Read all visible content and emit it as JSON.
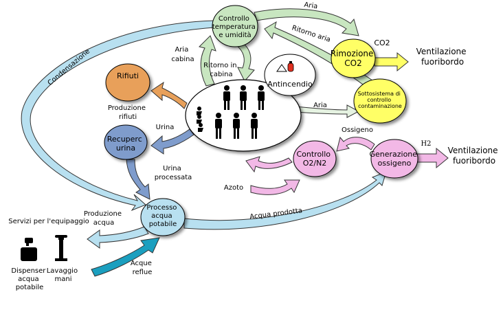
{
  "nodes": {
    "climate": [
      "Controllo",
      "temperatura",
      "e umidità"
    ],
    "co2": [
      "Rimozione",
      "CO2"
    ],
    "contam": [
      "Sottosistema di",
      "controllo",
      "contaminazione"
    ],
    "waste": "Rifiuti",
    "urine": [
      "Recuperc",
      "urina"
    ],
    "fire": "Antincendio",
    "o2n2": [
      "Controllo",
      "O2/N2"
    ],
    "o2gen": [
      "Generazione",
      "ossigeno"
    ],
    "water": [
      "Processo",
      "acqua",
      "potabile"
    ]
  },
  "labels": {
    "aria_top": "Aria",
    "ritorno_aria": "Ritorno aria",
    "co2": "CO2",
    "vent1": [
      "Ventilazione",
      "fuoribordo"
    ],
    "aria_cabina": [
      "Aria",
      "cabina"
    ],
    "ritorno_cabina": [
      "Ritorno in",
      "cabina"
    ],
    "condensazione": "Condensazione",
    "aria_mid": "Aria",
    "prod_rifiuti": [
      "Produzione",
      "rifiuti"
    ],
    "urina": "Urina",
    "urina_proc": [
      "Urina",
      "processata"
    ],
    "ossigeno": "Ossigeno",
    "h2": "H2",
    "vent2": [
      "Ventilazione",
      "fuoribordo"
    ],
    "azoto": "Azoto",
    "acqua_prodotta": "Acqua prodotta",
    "prod_acqua": [
      "Produzione",
      "acqua"
    ],
    "servizi": "Servizi per l'equipaggio",
    "acque_reflue": [
      "Acque",
      "reflue"
    ],
    "dispenser": [
      "Dispenser",
      "acqua",
      "potabile"
    ],
    "lavaggio": [
      "Lavaggio",
      "mani"
    ]
  },
  "colors": {
    "climate": "#c8e6c0",
    "co2": "#ffff66",
    "waste": "#e8a05a",
    "urine": "#7f9ccc",
    "o2": "#f2b8e6",
    "water": "#b8e0f0",
    "reflue": "#1b9fbf"
  }
}
